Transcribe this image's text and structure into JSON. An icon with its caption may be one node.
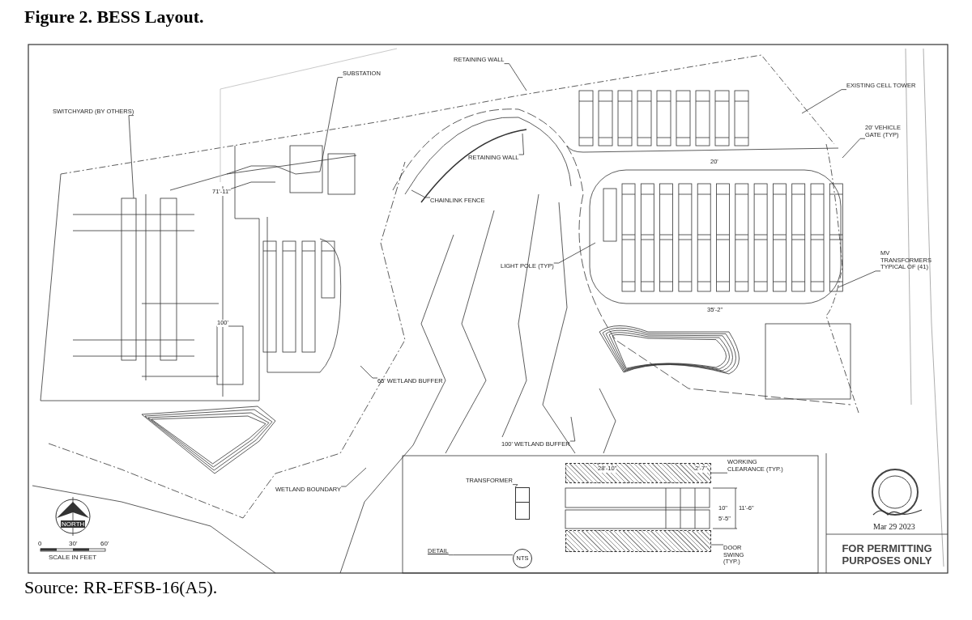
{
  "diagram": {
    "title": "Figure 2.  BESS Layout.",
    "caption": "Source: RR-EFSB-16(A5).",
    "nodes": [
      {
        "text": [
          "SWITCHYARD (BY OTHERS)"
        ]
      },
      {
        "text": [
          "SUBSTATION"
        ]
      },
      {
        "text": [
          "RETAINING WALL"
        ]
      },
      {
        "text": [
          "RETAINING WALL"
        ]
      },
      {
        "text": [
          "CHAINLINK FENCE"
        ]
      },
      {
        "text": [
          "EXISTING CELL TOWER"
        ]
      },
      {
        "text": [
          "20' VEHICLE GATE (TYP)"
        ]
      },
      {
        "text": [
          "MV TRANSFORMERS TYPICAL OF (41)"
        ]
      },
      {
        "text": [
          "LIGHT POLE (TYP)"
        ]
      },
      {
        "text": [
          "65' WETLAND BUFFER"
        ]
      },
      {
        "text": [
          "100' WETLAND BUFFER"
        ]
      },
      {
        "text": [
          "WETLAND BOUNDARY"
        ]
      },
      {
        "text": [
          "TRANSFORMER"
        ]
      },
      {
        "text": [
          "WORKING CLEARANCE (TYP.)"
        ]
      },
      {
        "text": [
          "DOOR SWING (TYP.)"
        ]
      },
      {
        "text": [
          "DETAIL"
        ]
      },
      {
        "text": [
          "NTS"
        ]
      },
      {
        "text": [
          "FOR PERMITTING PURPOSES ONLY"
        ]
      },
      {
        "text": [],
        "shape": "box"
      },
      {
        "text": [],
        "shape": "box"
      },
      {
        "text": [],
        "shape": "box"
      }
    ],
    "edges": [
      {
        "from": 0,
        "to": null,
        "arrow": "none"
      },
      {
        "from": 1,
        "to": null,
        "arrow": "none"
      },
      {
        "from": 2,
        "to": null,
        "arrow": "none"
      },
      {
        "from": 3,
        "to": null,
        "arrow": "none"
      },
      {
        "from": 4,
        "to": null,
        "arrow": "none"
      },
      {
        "from": 5,
        "to": null,
        "arrow": "none"
      },
      {
        "from": 6,
        "to": null,
        "arrow": "none"
      },
      {
        "from": 7,
        "to": null,
        "arrow": "none"
      },
      {
        "from": 8,
        "to": null,
        "arrow": "none"
      },
      {
        "from": 9,
        "to": null,
        "arrow": "none"
      },
      {
        "from": 10,
        "to": null,
        "arrow": "none"
      },
      {
        "from": 11,
        "to": null,
        "arrow": "none"
      },
      {
        "from": 12,
        "to": 18,
        "arrow": "none"
      },
      {
        "from": 13,
        "to": 19,
        "arrow": "none"
      },
      {
        "from": 14,
        "to": 20,
        "arrow": "none"
      },
      {
        "from": 15,
        "to": 16,
        "arrow": "none"
      }
    ],
    "labels": [
      "71'-11\"",
      "20'",
      "100'",
      "35'-2\"",
      "28'-10\"",
      "2'-7\"",
      "10\"",
      "11'-6\"",
      "5'-5\"",
      "NORTH",
      "Mar 29 2023",
      "0",
      "30'",
      "60'",
      "SCALE IN FEET"
    ]
  }
}
